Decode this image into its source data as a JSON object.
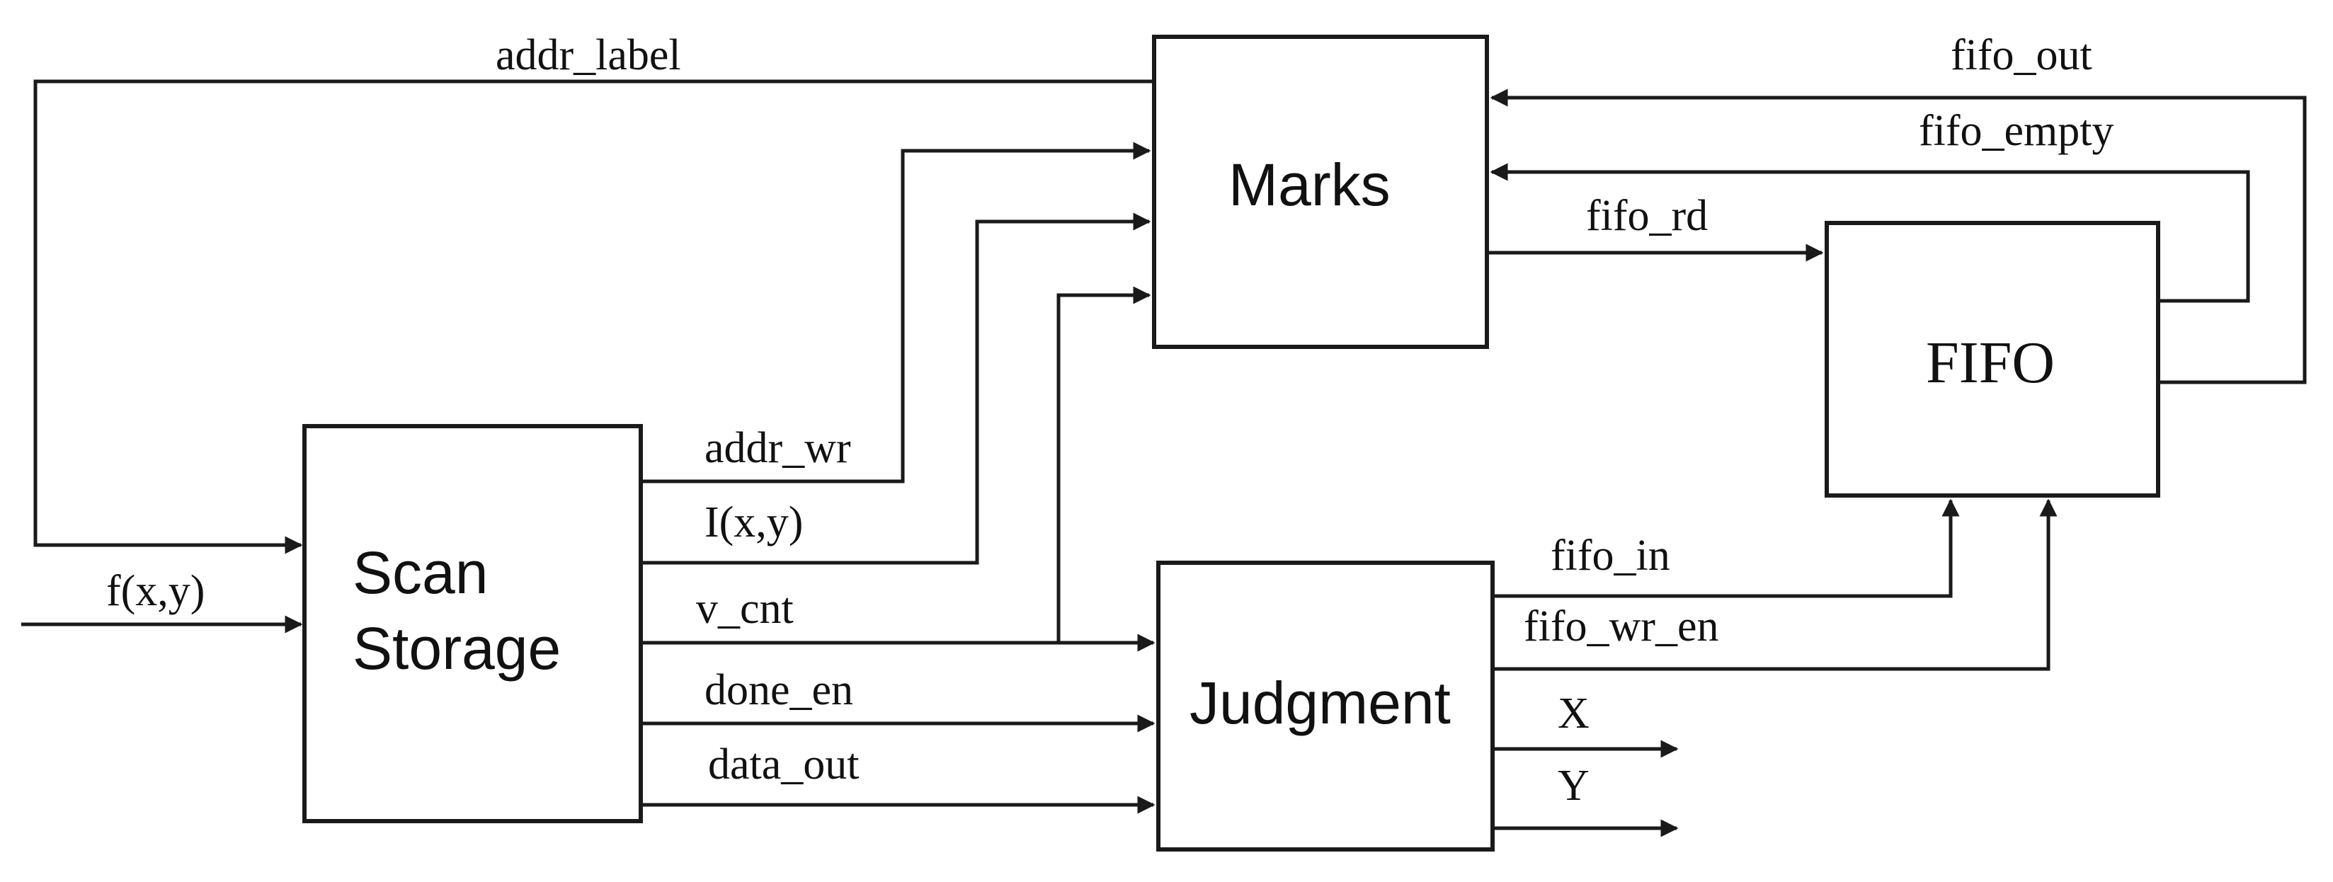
{
  "blocks": {
    "scan_storage": {
      "line1": "Scan",
      "line2": "Storage"
    },
    "marks": {
      "label": "Marks"
    },
    "judgment": {
      "label": "Judgment"
    },
    "fifo": {
      "label": "FIFO"
    }
  },
  "signals": {
    "addr_label": "addr_label",
    "f_xy": "f(x,y)",
    "addr_wr": "addr_wr",
    "i_xy": "I(x,y)",
    "v_cnt": "v_cnt",
    "done_en": "done_en",
    "data_out": "data_out",
    "fifo_out": "fifo_out",
    "fifo_empty": "fifo_empty",
    "fifo_rd": "fifo_rd",
    "fifo_in": "fifo_in",
    "fifo_wr_en": "fifo_wr_en",
    "x": "X",
    "y": "Y"
  }
}
